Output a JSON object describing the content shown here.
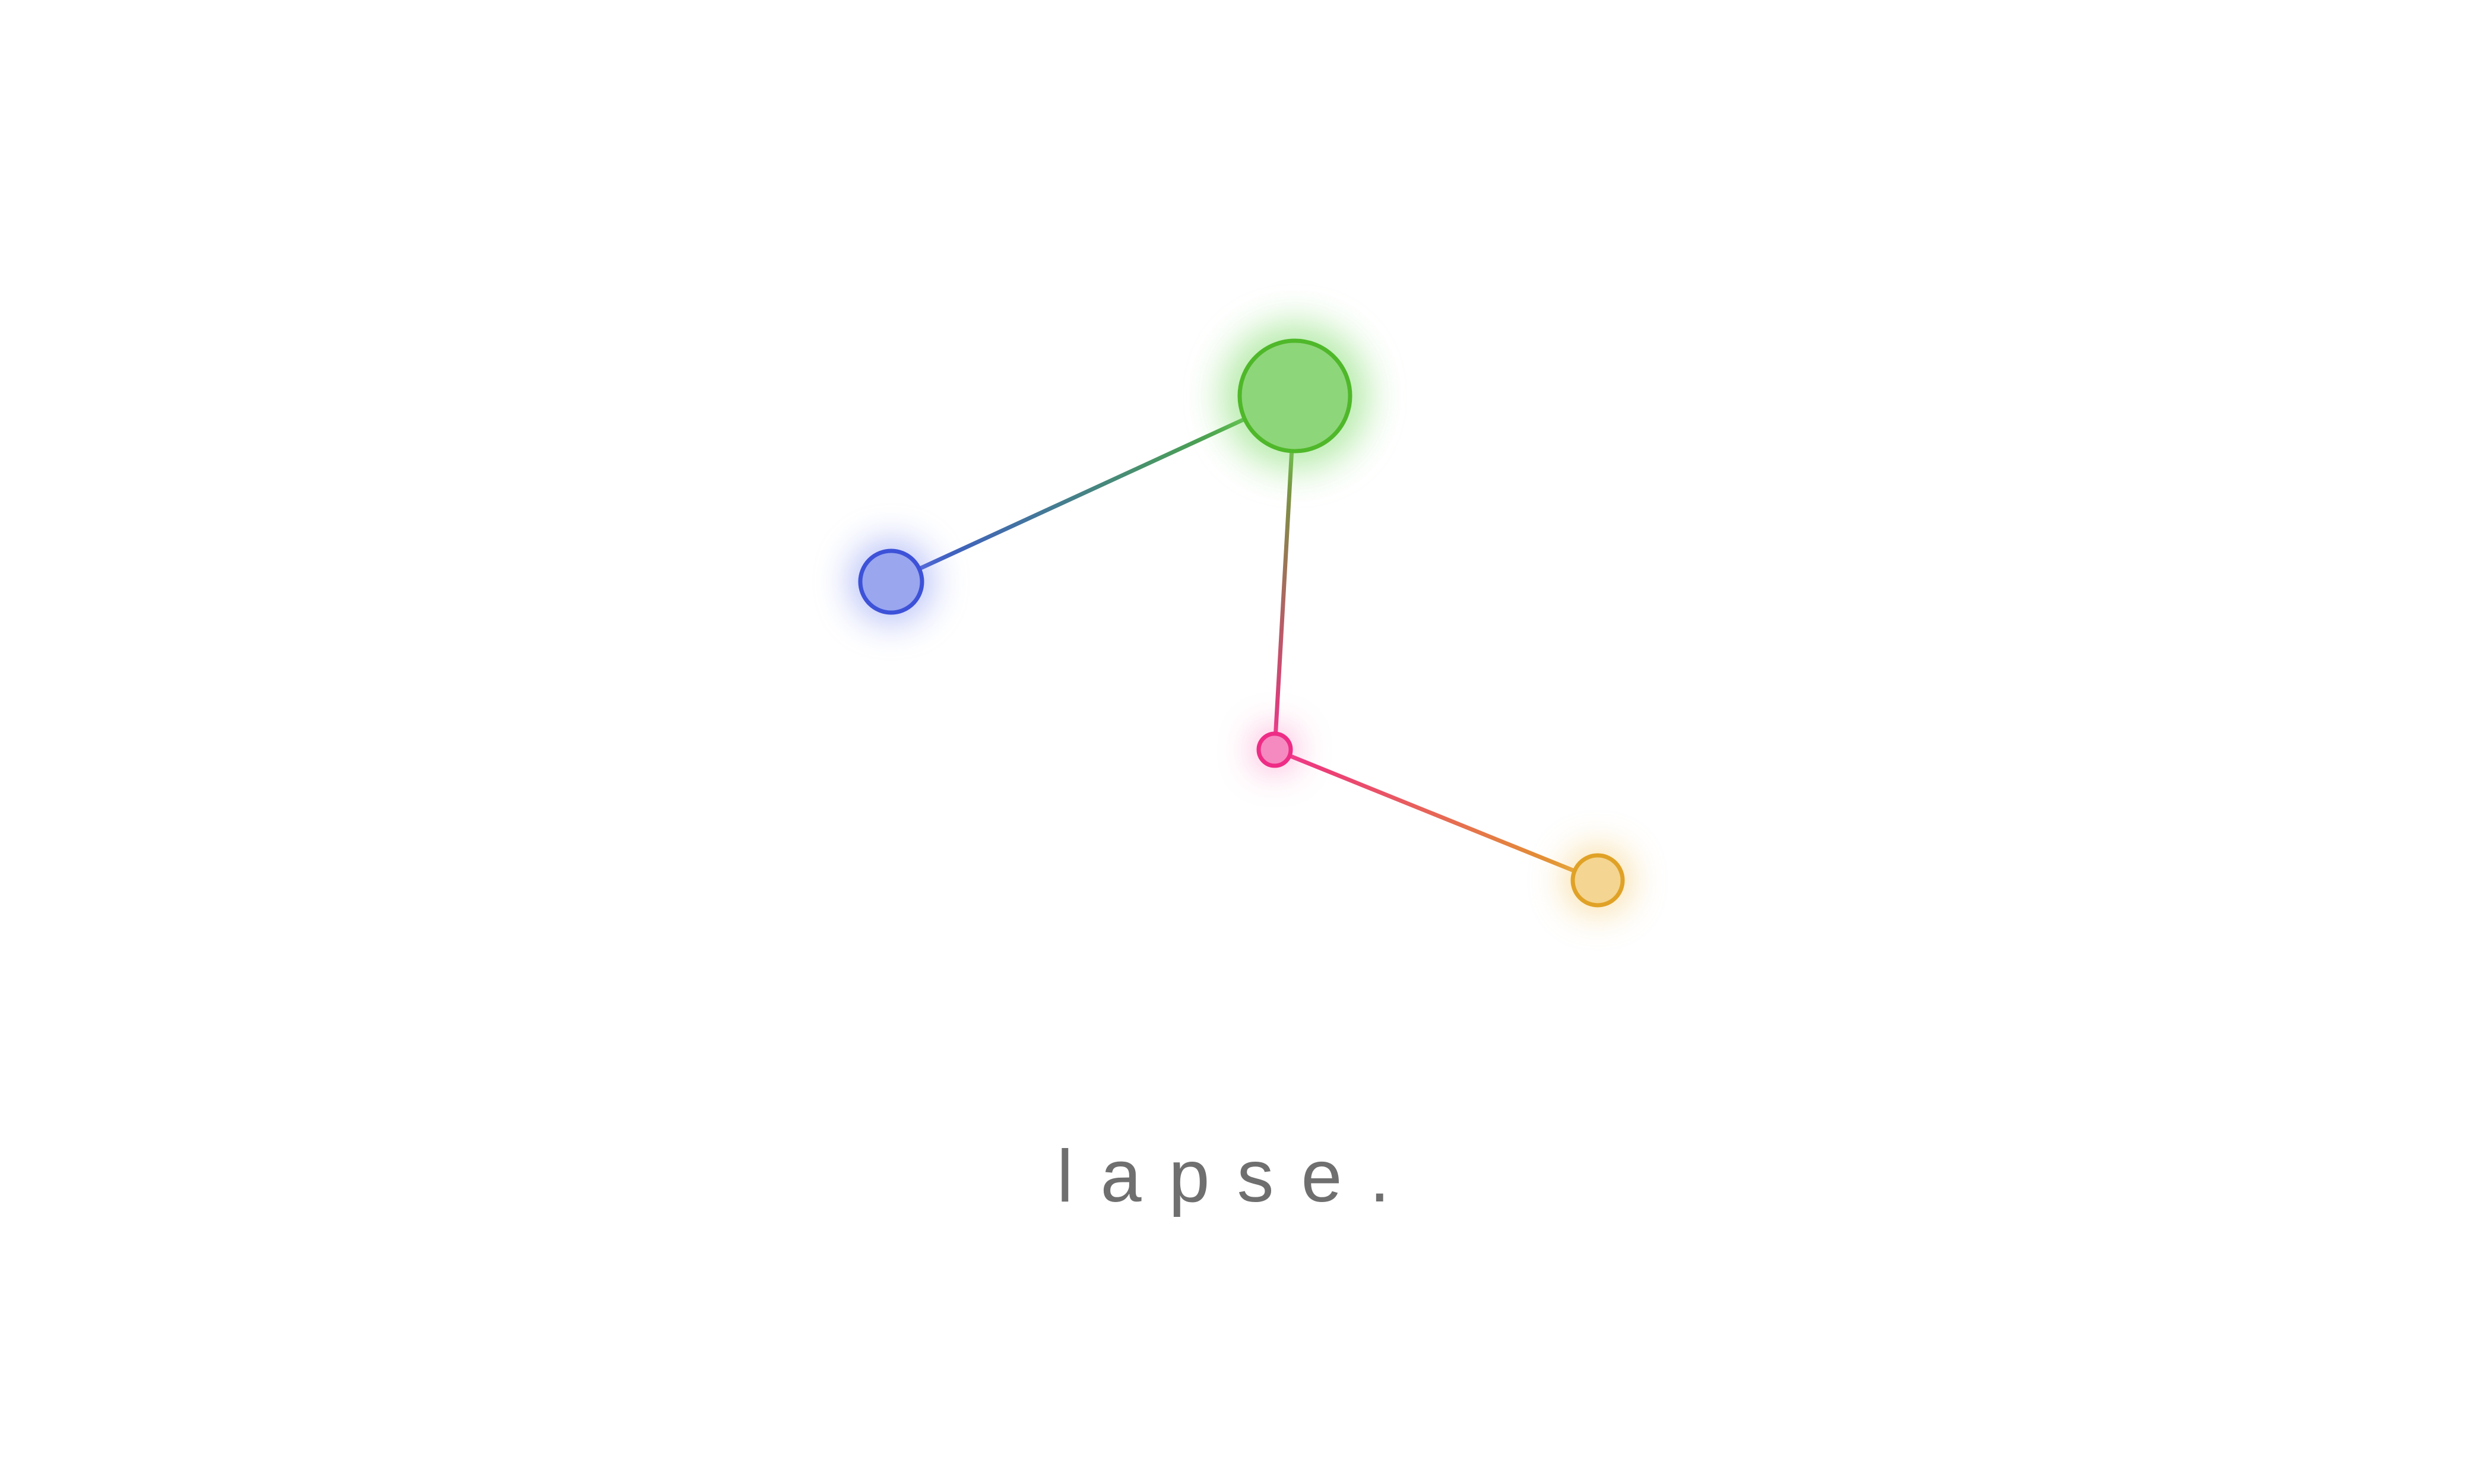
{
  "brand": {
    "wordmark": "lapse."
  },
  "graph": {
    "nodes": [
      {
        "id": "green",
        "name": "node-green",
        "fill": "#8ed67a",
        "stroke": "#4fb82a",
        "glow": "#7fdc6a"
      },
      {
        "id": "blue",
        "name": "node-blue",
        "fill": "#9aa6ee",
        "stroke": "#3d52d8",
        "glow": "#7f8ff0"
      },
      {
        "id": "pink",
        "name": "node-pink",
        "fill": "#f58ac0",
        "stroke": "#ee2c86",
        "glow": "#f86ab0"
      },
      {
        "id": "orange",
        "name": "node-orange",
        "fill": "#f4d592",
        "stroke": "#e0a226",
        "glow": "#f3c561"
      }
    ],
    "edges": [
      {
        "name": "edge-green-blue",
        "from": "green",
        "to": "blue"
      },
      {
        "name": "edge-green-pink",
        "from": "green",
        "to": "pink"
      },
      {
        "name": "edge-pink-orange",
        "from": "pink",
        "to": "orange"
      }
    ]
  }
}
